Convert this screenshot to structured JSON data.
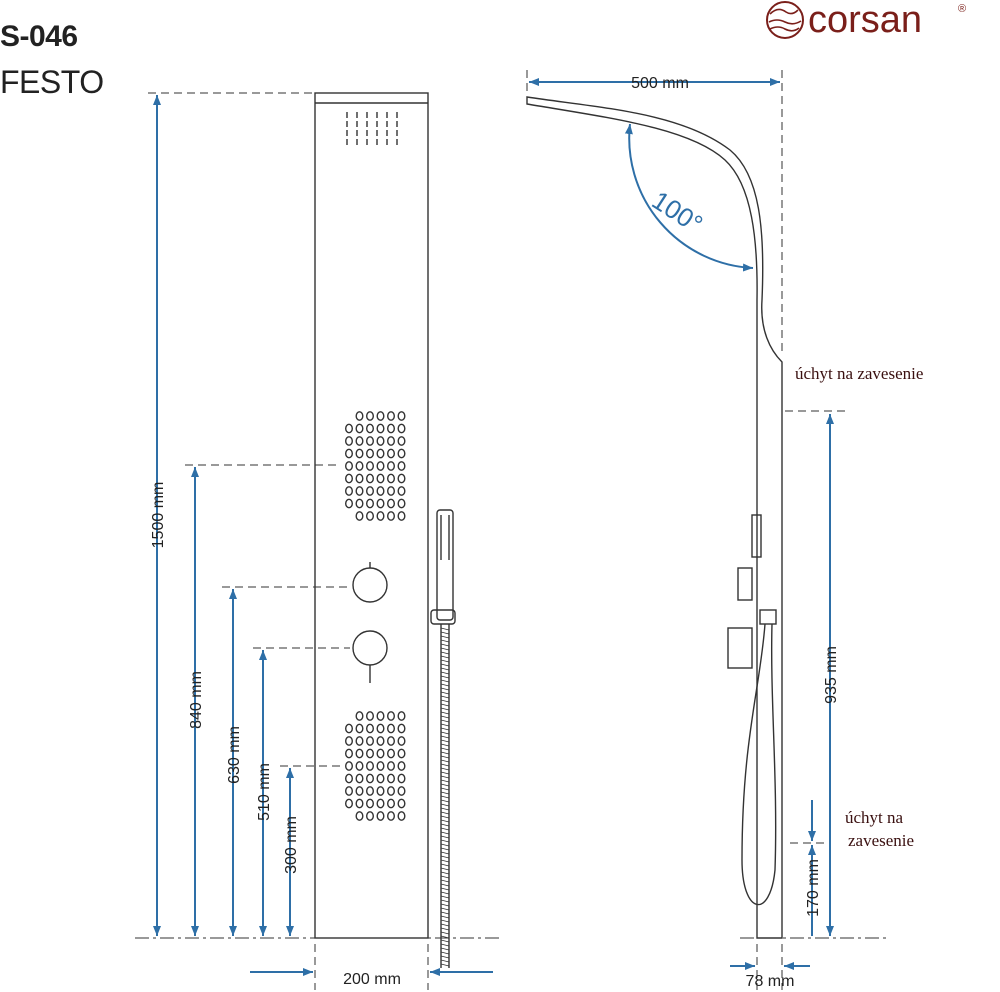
{
  "header": {
    "model": "S-046",
    "name": "FESTO"
  },
  "logo": {
    "text": "corsan",
    "registered": "®",
    "color": "#7a1f1a"
  },
  "colors": {
    "dimension": "#2e6fa7",
    "line": "#333333",
    "note": "#3a1010"
  },
  "front_view": {
    "dims": {
      "height_total": "1500 mm",
      "jets_upper": "840 mm",
      "knob_upper": "630 mm",
      "knob_lower": "510 mm",
      "jets_lower": "300 mm",
      "width": "200 mm"
    }
  },
  "side_view": {
    "dims": {
      "reach": "500 mm",
      "angle": "100°",
      "mount_upper": "935 mm",
      "mount_lower": "170 mm",
      "depth": "78 mm"
    },
    "notes": {
      "upper_mount": "úchyt na zavesenie",
      "lower_mount_1": "úchyt na",
      "lower_mount_2": "zavesenie"
    }
  }
}
